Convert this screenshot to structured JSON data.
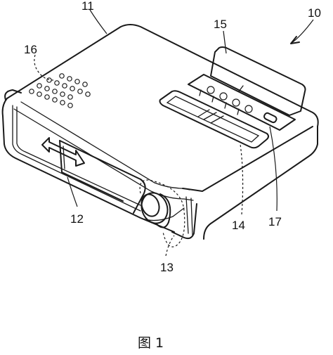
{
  "figure": {
    "caption": "图 1",
    "labels": {
      "device": "10",
      "housing": "11",
      "cover": "12",
      "lens": "13",
      "display": "14",
      "flap": "15",
      "speaker": "16",
      "switch": "17"
    }
  }
}
